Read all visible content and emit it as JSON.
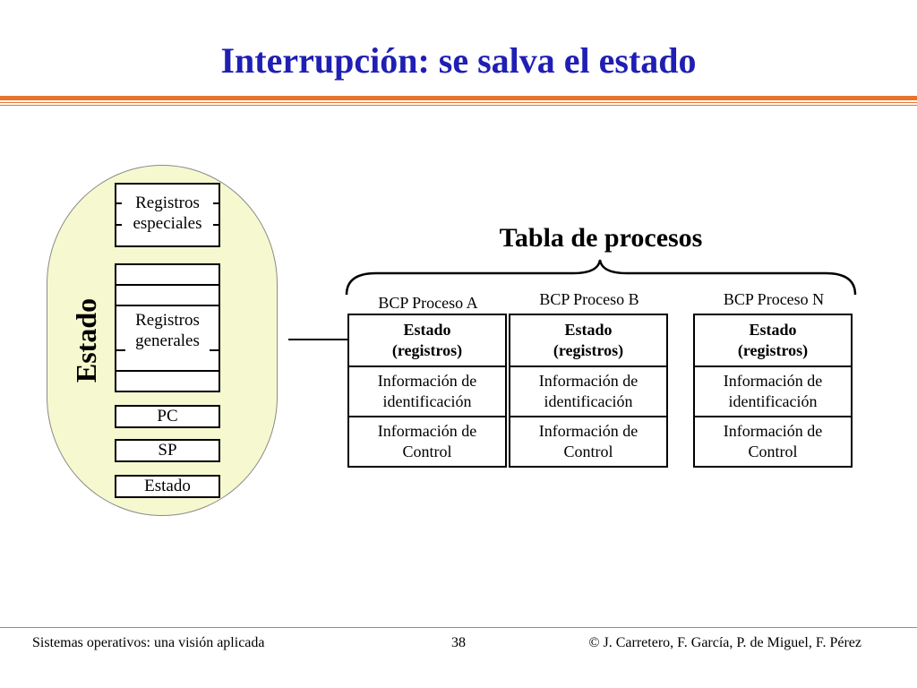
{
  "title": "Interrupción: se salva el estado",
  "left_label": "Estado",
  "registers": {
    "especiales": [
      "Registros",
      "especiales"
    ],
    "generales": [
      "Registros",
      "generales"
    ],
    "pc": "PC",
    "sp": "SP",
    "estado": "Estado"
  },
  "tabla_title": "Tabla de procesos",
  "bcp_columns": [
    {
      "header": "BCP Proceso A",
      "estado": [
        "Estado",
        "(registros)"
      ],
      "identificacion": [
        "Información de",
        "identificación"
      ],
      "control": [
        "Información de",
        "Control"
      ]
    },
    {
      "header": "BCP Proceso B",
      "estado": [
        "Estado",
        "(registros)"
      ],
      "identificacion": [
        "Información de",
        "identificación"
      ],
      "control": [
        "Información de",
        "Control"
      ]
    },
    {
      "header": "BCP Proceso N",
      "estado": [
        "Estado",
        "(registros)"
      ],
      "identificacion": [
        "Información de",
        "identificación"
      ],
      "control": [
        "Información de",
        "Control"
      ]
    }
  ],
  "footer": {
    "left": "Sistemas operativos: una visión aplicada",
    "page": "38",
    "right": "© J. Carretero, F. García, P. de Miguel, F. Pérez"
  },
  "colors": {
    "title": "#1f1fb4",
    "rule": "#e8732c",
    "blob": "#f6f8cf"
  }
}
